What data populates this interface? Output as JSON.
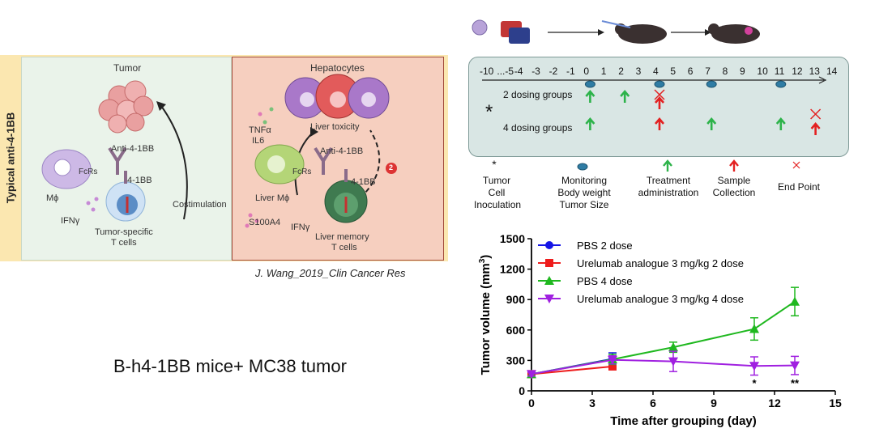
{
  "mechanism": {
    "side_label": "Typical anti-4-1BB",
    "left_panel": {
      "tumor": "Tumor",
      "anti_4_1bb": "Anti-4-1BB",
      "fcrs": "FcRs",
      "receptor": "4-1BB",
      "macrophage": "Mϕ",
      "ifng": "IFNγ",
      "costimulation": "Costimulation",
      "t_cells": "Tumor-specific",
      "t_cells_2": "T cells"
    },
    "right_panel": {
      "hepatocytes": "Hepatocytes",
      "liver_toxicity": "Liver toxicity",
      "tnfa": "TNFα",
      "il6": "IL6",
      "anti_4_1bb": "Anti-4-1BB",
      "fcrs": "FcRs",
      "receptor": "4-1BB",
      "liver_macrophage": "Liver Mϕ",
      "s100a4": "S100A4",
      "ifng": "IFNγ",
      "memory": "Liver memory",
      "memory_2": "T cells",
      "badge": "2"
    },
    "citation": "J. Wang_2019_Clin Cancer Res"
  },
  "model_title": "B-h4-1BB mice+ MC38 tumor",
  "timeline": {
    "ticks": [
      "-10",
      "...-5",
      "-4",
      "-3",
      "-2",
      "-1",
      "0",
      "1",
      "2",
      "3",
      "4",
      "5",
      "6",
      "7",
      "8",
      "9",
      "10",
      "11",
      "12",
      "13",
      "14"
    ],
    "groups": [
      "2 dosing groups",
      "4 dosing groups"
    ],
    "star": "*",
    "legend": [
      {
        "symbol": "*",
        "line1": "Tumor Cell",
        "line2": "Inoculation",
        "line3": ""
      },
      {
        "symbol": "oval",
        "line1": "Monitoring",
        "line2": "Body weight",
        "line3": "Tumor Size"
      },
      {
        "symbol": "green-arrow",
        "line1": "Treatment",
        "line2": "administration",
        "line3": ""
      },
      {
        "symbol": "red-arrow",
        "line1": "Sample",
        "line2": "Collection",
        "line3": ""
      },
      {
        "symbol": "x",
        "line1": "End Point",
        "line2": "",
        "line3": ""
      }
    ],
    "colors": {
      "treatment": "#2db34a",
      "sample": "#e32121",
      "monitor": "#2f7ca4"
    }
  },
  "chart_data": {
    "type": "line",
    "xlabel": "Time after grouping (day)",
    "ylabel": "Tumor volume (mm",
    "ylabel_sup": "3",
    "ylabel_end": ")",
    "xlim": [
      0,
      15
    ],
    "ylim": [
      0,
      1500
    ],
    "xticks": [
      0,
      3,
      6,
      9,
      12,
      15
    ],
    "yticks": [
      0,
      300,
      600,
      900,
      1200,
      1500
    ],
    "legend_position": "top-left",
    "series": [
      {
        "name": "PBS 2 dose",
        "color": "#1515e6",
        "marker": "circle",
        "x": [
          0,
          4
        ],
        "y": [
          165,
          315
        ],
        "err": [
          20,
          60
        ]
      },
      {
        "name": "Urelumab analogue 3 mg/kg 2 dose",
        "color": "#ee1c1c",
        "marker": "square",
        "x": [
          0,
          4
        ],
        "y": [
          165,
          240
        ],
        "err": [
          20,
          30
        ]
      },
      {
        "name": "PBS 4 dose",
        "color": "#1fb81f",
        "marker": "triangle-up",
        "x": [
          0,
          4,
          7,
          11,
          13
        ],
        "y": [
          165,
          310,
          430,
          610,
          880
        ],
        "err": [
          20,
          50,
          50,
          110,
          140
        ]
      },
      {
        "name": "Urelumab analogue 3 mg/kg 4 dose",
        "color": "#a020e0",
        "marker": "triangle-down",
        "x": [
          0,
          4,
          7,
          11,
          13
        ],
        "y": [
          165,
          305,
          290,
          245,
          250
        ],
        "err": [
          20,
          40,
          100,
          90,
          90
        ]
      }
    ],
    "annotations": [
      {
        "text": "*",
        "x": 11
      },
      {
        "text": "**",
        "x": 13
      }
    ]
  }
}
